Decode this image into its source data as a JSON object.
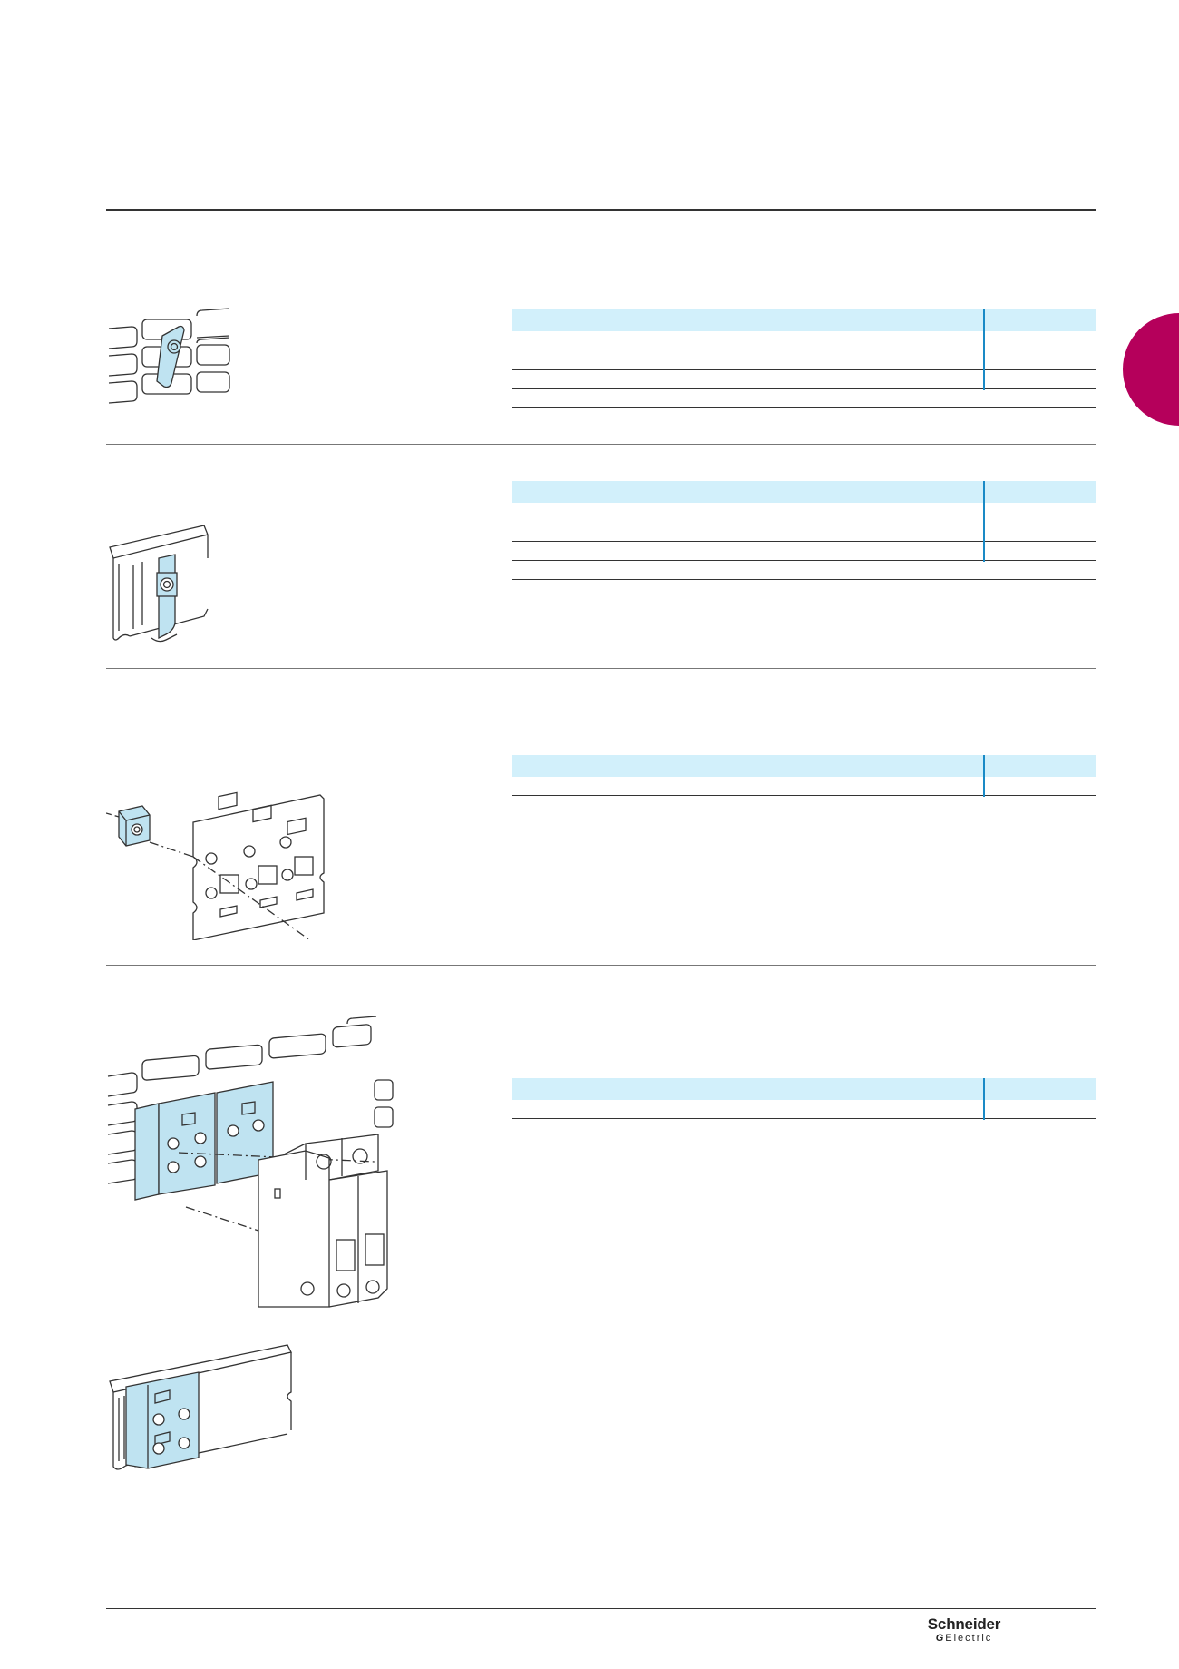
{
  "brand": {
    "name": "Schneider",
    "sub": "Electric",
    "mark": "G"
  },
  "colors": {
    "accent": "#b5005b",
    "table_header": "#d2f0fb",
    "table_divider": "#1a8ac6",
    "part_tint": "#bfe3f1"
  },
  "sections": [
    {
      "illustration": "cage-nut-on-perforated-panel-icon"
    },
    {
      "illustration": "clip-nut-on-din-rail-icon"
    },
    {
      "illustration": "cage-nut-on-slotted-upright-icon"
    },
    {
      "illustration": "din-rail-adapter-with-circuit-breaker-icon"
    }
  ]
}
